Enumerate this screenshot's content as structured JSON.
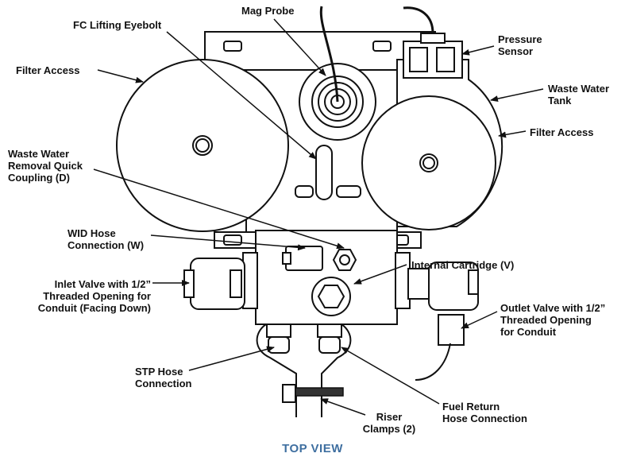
{
  "colors": {
    "accent": "#3f6fa0",
    "line": "#111111"
  },
  "labels": {
    "mag_probe": "Mag Probe",
    "fc_lifting_eyebolt": "FC Lifting Eyebolt",
    "pressure_sensor": "Pressure\nSensor",
    "filter_access_left": "Filter Access",
    "waste_water_tank": "Waste Water\nTank",
    "filter_access_right": "Filter Access",
    "waste_water_removal": "Waste Water\nRemoval Quick\nCoupling (D)",
    "wid_hose": "WID Hose\nConnection (W)",
    "internal_cartridge": "Internal Cartridge (V)",
    "inlet_valve": "Inlet Valve with 1/2”\nThreaded Opening for\nConduit (Facing Down)",
    "outlet_valve": "Outlet Valve with 1/2”\nThreaded Opening\nfor Conduit",
    "stp_hose": "STP Hose\nConnection",
    "fuel_return": "Fuel Return\nHose Connection",
    "riser_clamps": "Riser\nClamps (2)"
  },
  "view_title": "TOP VIEW"
}
